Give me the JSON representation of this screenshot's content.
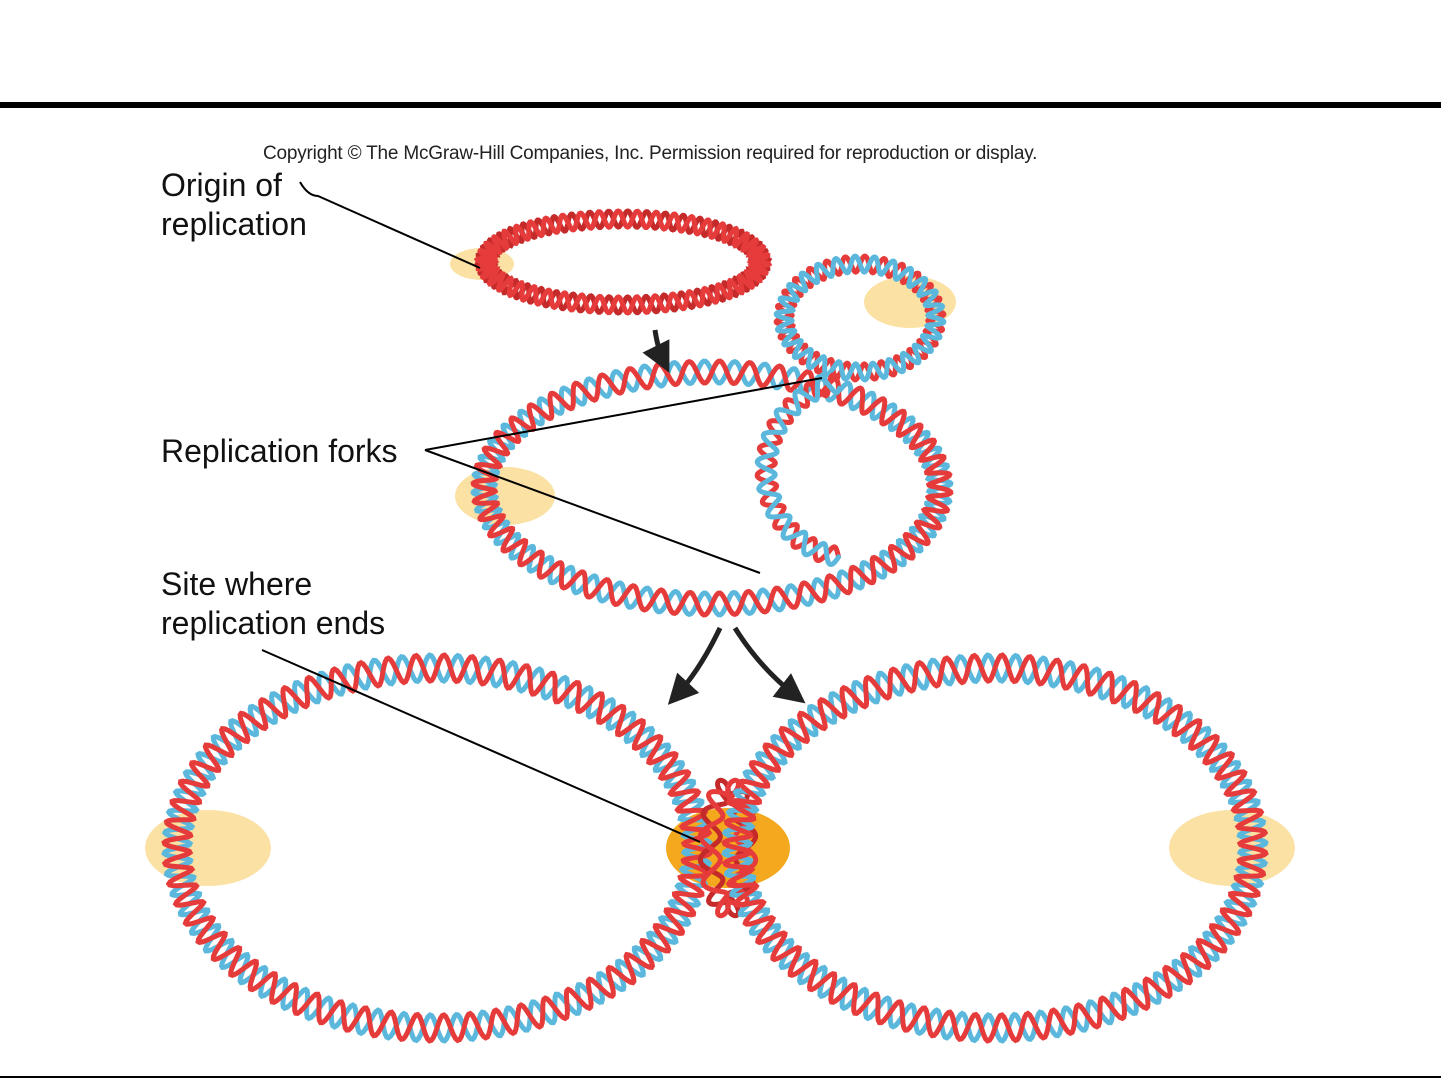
{
  "copyright": "Copyright © The McGraw-Hill Companies, Inc. Permission required for reproduction or display.",
  "labels": {
    "origin": [
      "Origin of",
      "replication"
    ],
    "forks": "Replication forks",
    "ends": [
      "Site where",
      "replication ends"
    ]
  },
  "colors": {
    "parental_strand": "#e63b3b",
    "new_strand": "#5bb8dc",
    "origin_highlight": "#fbe2a4",
    "termination_highlight": "#f4a81d",
    "leader_line": "#000000"
  }
}
